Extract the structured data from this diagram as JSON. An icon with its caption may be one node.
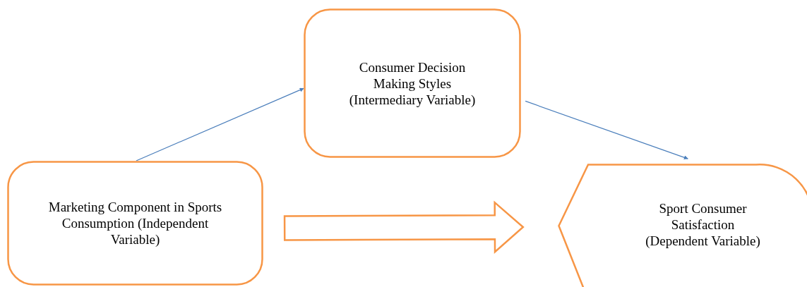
{
  "diagram": {
    "nodes": [
      {
        "text": [
          "Consumer Decision Making Styles (Intermediary Variable)"
        ]
      },
      {
        "text": [
          "Marketing Component in Sports Consumption (Independent Variable)"
        ]
      },
      {
        "text": [
          "Sport Consumer Satisfaction (Dependent Variable)"
        ]
      }
    ],
    "edges": [
      {
        "from": 1,
        "to": 0,
        "arrow": "to"
      },
      {
        "from": 0,
        "to": 2,
        "arrow": "to"
      },
      {
        "from": 1,
        "to": 2,
        "arrow": "to",
        "style": "thick",
        "color": "#f79646"
      }
    ]
  }
}
